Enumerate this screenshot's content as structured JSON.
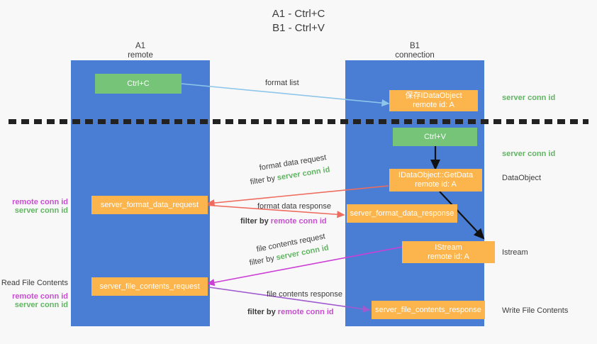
{
  "title": {
    "line1": "A1 - Ctrl+C",
    "line2": "B1 - Ctrl+V"
  },
  "columns": [
    {
      "name": "A1",
      "sub": "remote"
    },
    {
      "name": "B1",
      "sub": "connection"
    }
  ],
  "boxes": {
    "ctrl_c": "Ctrl+C",
    "ctrl_v": "Ctrl+V",
    "idataobject_save_l1": "保存IDataObject",
    "idataobject_save_l2": "remote id: A",
    "getdata_l1": "IDataObject::GetData",
    "getdata_l2": "remote id: A",
    "istream_l1": "IStream",
    "istream_l2": "remote id: A",
    "server_format_data_request": "server_format_data_request",
    "server_format_data_response": "server_format_data_response",
    "server_file_contents_request": "server_file_contents_request",
    "server_file_contents_response": "server_file_contents_response"
  },
  "arrow_labels": {
    "format_list": "format list",
    "format_data_request": "format data request",
    "format_data_request_filter_prefix": "filter by ",
    "format_data_request_filter_key": "server conn id",
    "format_data_response": "format data response",
    "format_data_response_filter_prefix": "filter by ",
    "format_data_response_filter_key": "remote conn id",
    "file_contents_request": "file contents request",
    "file_contents_request_filter_prefix": "filter by ",
    "file_contents_request_filter_key": "server conn id",
    "file_contents_response": "file contents response",
    "file_contents_response_filter_prefix": "filter by ",
    "file_contents_response_filter_key": "remote conn id"
  },
  "right_labels": {
    "server_conn_id_top": "server conn id",
    "server_conn_id_mid": "server conn id",
    "dataobject": "DataObject",
    "istream": "Istream",
    "write_file_contents": "Write File Contents"
  },
  "left_labels": {
    "remote_conn_id_1": "remote conn id",
    "server_conn_id_1": "server conn id",
    "read_file_contents": "Read File Contents",
    "remote_conn_id_2": "remote conn id",
    "server_conn_id_2": "server conn id"
  },
  "colors": {
    "lane": "#4a7ed4",
    "green_box": "#75c477",
    "orange_box": "#fcb44d",
    "green_text": "#62b563",
    "purple_text": "#c64fd0",
    "blue_arrow": "#8ec6ea",
    "red_arrow": "#ef6b5e",
    "magenta_arrow": "#cc3fd6",
    "purple_arrow": "#a05ad0",
    "black_arrow": "#111111",
    "background": "#f8f8f8"
  }
}
